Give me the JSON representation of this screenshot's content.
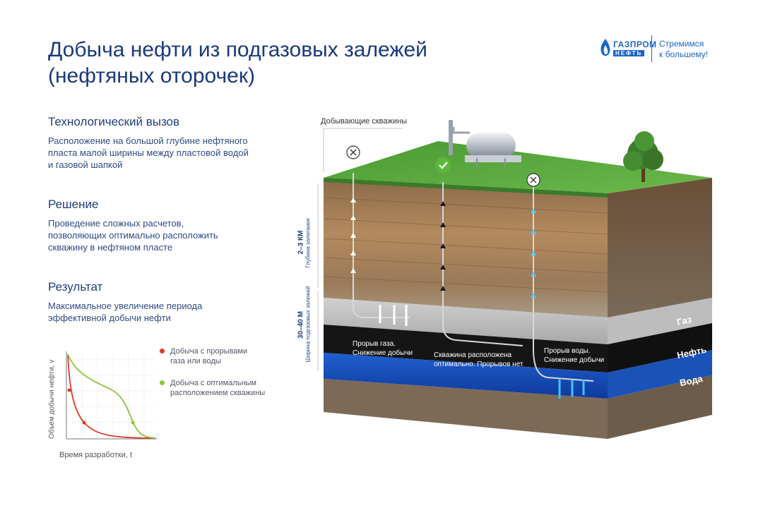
{
  "title": [
    "Добыча нефти из подгазовых залежей",
    "(нефтяных оторочек)"
  ],
  "logo": {
    "name": "ГАЗПРОМ",
    "sub": "НЕФТЬ",
    "slogan": [
      "Стремимся",
      "к большему!"
    ]
  },
  "sections": [
    {
      "heading": "Технологический вызов",
      "text": [
        "Расположение на большой глубине нефтяного",
        "пласта малой ширины между пластовой водой",
        "и газовой шапкой"
      ]
    },
    {
      "heading": "Решение",
      "text": [
        "Проведение сложных расчетов,",
        "позволяющих оптимально расположить",
        "скважину в нефтяном пласте"
      ]
    },
    {
      "heading": "Результат",
      "text": [
        "Максимальное увеличение периода",
        "эффективной добычи нефти"
      ]
    }
  ],
  "chart_data": {
    "type": "line",
    "xlabel": "Время разработки, t",
    "ylabel": "Объем добычи нефти, v",
    "series": [
      {
        "name": "Добыча с прорывами газа или воды",
        "legend": [
          "Добыча с прорывами",
          "газа или воды"
        ],
        "color": "#e03a25"
      },
      {
        "name": "Добыча с оптимальным расположением скважины",
        "legend": [
          "Добыча с оптимальным",
          "расположением скважины"
        ],
        "color": "#8dc43c"
      }
    ]
  },
  "diagram": {
    "wells_label": "Добывающие скважины",
    "depth_value": "2–3 КМ",
    "depth_caption": "Глубина залегания",
    "width_value": "30–40 М",
    "width_caption": "Ширина подгазовых залежей",
    "layers": {
      "gas": "Газ",
      "oil": "Нефть",
      "water": "Вода"
    },
    "wells": [
      {
        "status": "fail",
        "caption": [
          "Прорыв газа.",
          "Снижение добычи"
        ]
      },
      {
        "status": "ok",
        "caption": [
          "Скважина расположена",
          "оптимально. Прорывов нет"
        ]
      },
      {
        "status": "fail",
        "caption": [
          "Прорыв воды.",
          "Снижение добычи"
        ]
      }
    ],
    "colors": {
      "accent": "#1b66c9",
      "ok": "#5cb83a",
      "gas": "#d8d8d8",
      "oil": "#151515",
      "water": "#1f5fd0",
      "grass": "#5aa83a"
    }
  }
}
